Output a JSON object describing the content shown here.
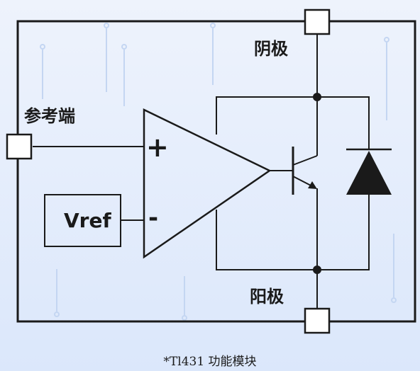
{
  "colors": {
    "background_top": "#eef3fc",
    "background_bottom": "#dbe7fb",
    "stroke": "#1a1a1a",
    "pin_fill": "#ffffff"
  },
  "labels": {
    "cathode": "阴极",
    "anode": "阳极",
    "reference": "参考端",
    "plus": "+",
    "minus": "-",
    "vref": "Vref"
  },
  "caption": "*Tl431 功能模块"
}
